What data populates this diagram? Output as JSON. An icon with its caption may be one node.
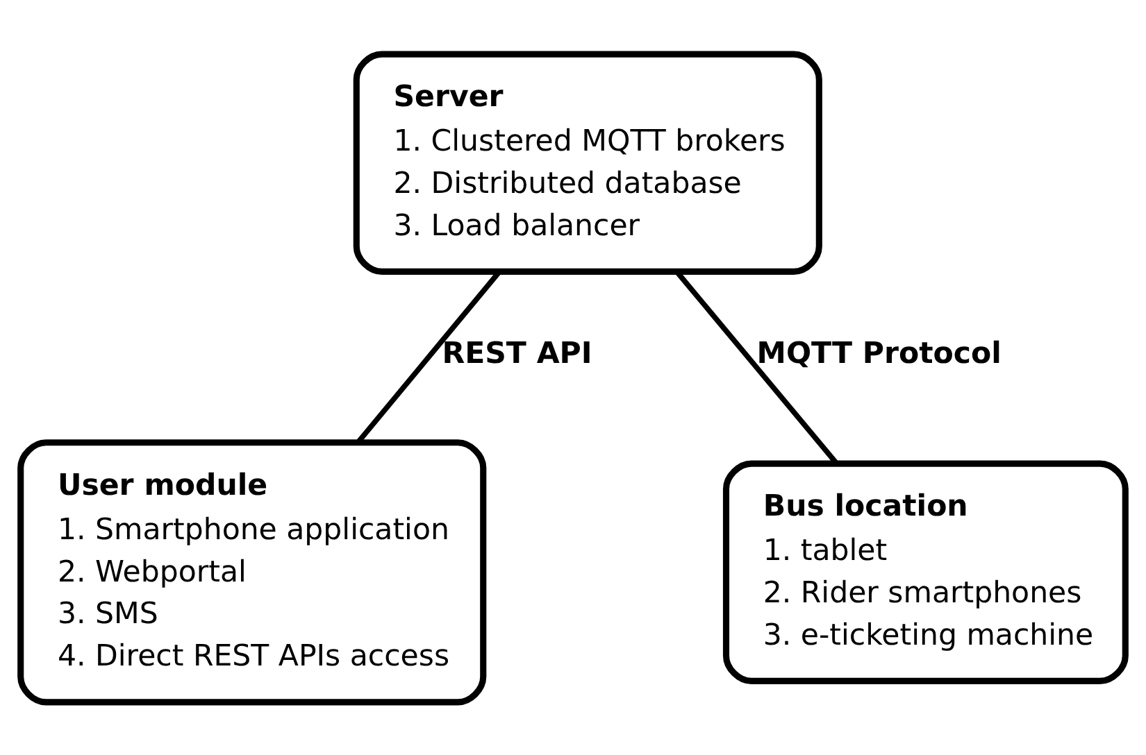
{
  "diagram": {
    "nodes": [
      {
        "text": [
          "Server",
          "1. Clustered MQTT brokers",
          "2. Distributed database",
          "3. Load balancer"
        ]
      },
      {
        "text": [
          "Bus location",
          "1. tablet",
          "2. Rider smartphones",
          "3. e-ticketing machine"
        ]
      },
      {
        "text": [
          "User module",
          "1. Smartphone application",
          "2. Webportal",
          "3. SMS",
          "4. Direct REST APIs access"
        ]
      }
    ],
    "edges": [
      {
        "from": 1,
        "to": 0,
        "arrow": "none",
        "label": "MQTT Protocol"
      },
      {
        "from": 0,
        "to": 2,
        "arrow": "none",
        "label": "REST API"
      }
    ]
  }
}
